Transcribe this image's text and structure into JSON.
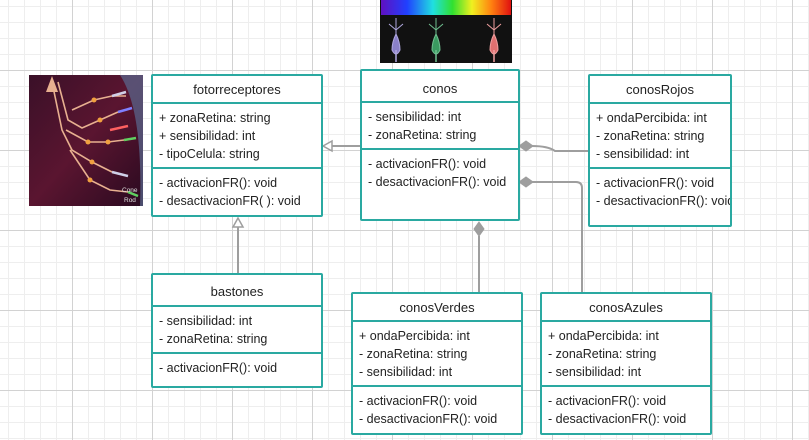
{
  "images": {
    "retina_labels": [
      "Cone",
      "Rod"
    ]
  },
  "classes": {
    "fotorreceptores": {
      "name": "fotorreceptores",
      "attributes": [
        "+  zonaRetina: string",
        "+ sensibilidad: int",
        "-  tipoCelula: string"
      ],
      "methods": [
        "-  activacionFR(): void",
        "-  desactivacionFR( ): void"
      ]
    },
    "conos": {
      "name": "conos",
      "attributes": [
        "-  sensibilidad: int",
        "-  zonaRetina: string"
      ],
      "methods": [
        "-  activacionFR(): void",
        "-  desactivacionFR(): void"
      ]
    },
    "conosRojos": {
      "name": "conosRojos",
      "attributes": [
        "+  ondaPercibida: int",
        "-  zonaRetina: string",
        "-  sensibilidad: int"
      ],
      "methods": [
        "-  activacionFR(): void",
        "-  desactivacionFR(): void"
      ]
    },
    "bastones": {
      "name": "bastones",
      "attributes": [
        "-  sensibilidad: int",
        "-  zonaRetina: string"
      ],
      "methods": [
        "-  activacionFR(): void"
      ]
    },
    "conosVerdes": {
      "name": "conosVerdes",
      "attributes": [
        "+  ondaPercibida: int",
        "-  zonaRetina: string",
        "-  sensibilidad: int"
      ],
      "methods": [
        "-  activacionFR(): void",
        "-  desactivacionFR(): void"
      ]
    },
    "conosAzules": {
      "name": "conosAzules",
      "attributes": [
        "+  ondaPercibida: int",
        "-  zonaRetina: string",
        "-  sensibilidad: int"
      ],
      "methods": [
        "-  activacionFR(): void",
        "-  desactivacionFR(): void"
      ]
    }
  },
  "colors": {
    "border": "#2aa9a1",
    "connector": "#9e9e9e"
  }
}
